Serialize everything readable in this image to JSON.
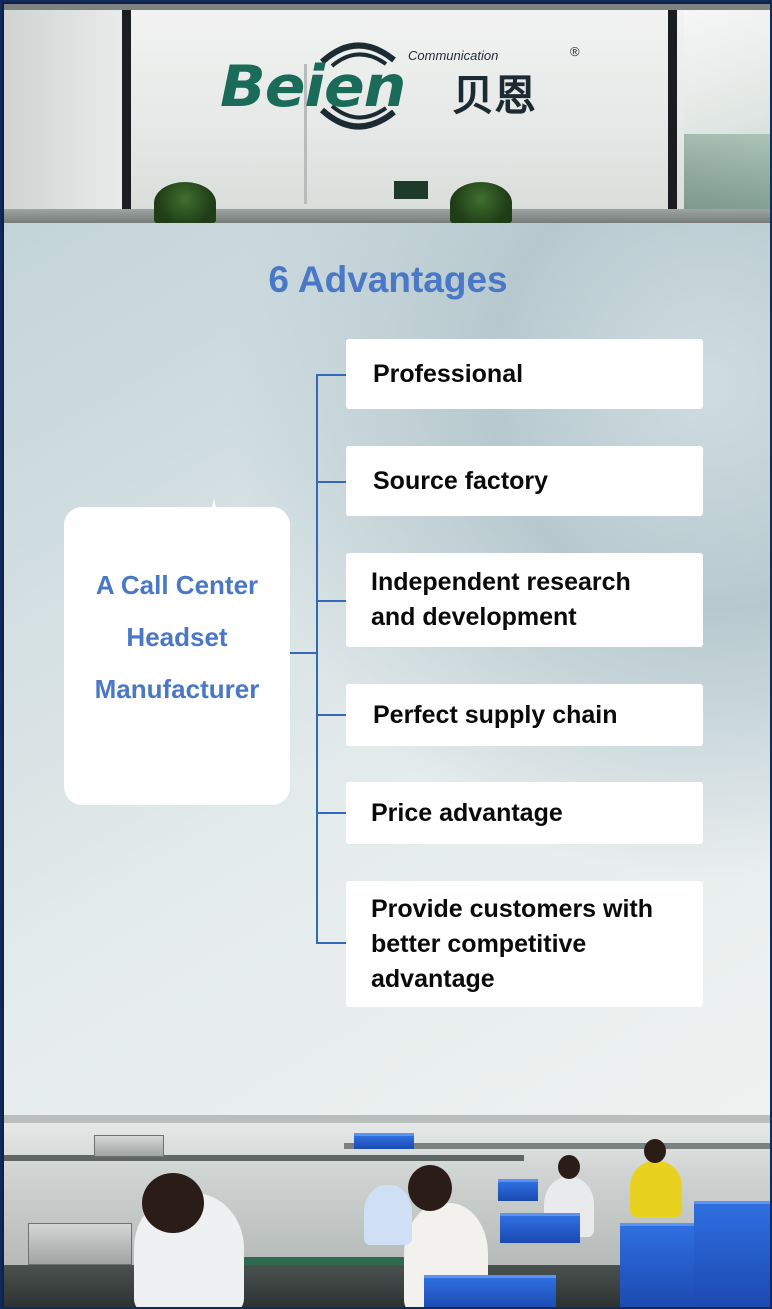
{
  "logo": {
    "brand": "Beien",
    "chinese": "贝恩",
    "tagline": "Communication",
    "registered": "®"
  },
  "panel": {
    "title": "6 Advantages",
    "center_lines": [
      "A Call Center",
      "Headset",
      "Manufacturer"
    ],
    "advantages": [
      {
        "lines": [
          "Professional"
        ]
      },
      {
        "lines": [
          "Source factory"
        ]
      },
      {
        "lines": [
          "Independent research",
          "and development"
        ]
      },
      {
        "lines": [
          "Perfect supply chain"
        ]
      },
      {
        "lines": [
          "Price advantage"
        ]
      },
      {
        "lines": [
          "Provide customers with",
          "better competitive",
          "advantage"
        ]
      }
    ]
  },
  "colors": {
    "accent_blue": "#4a78c6",
    "line_blue": "#3568b8",
    "logo_green": "#1a6b5a",
    "frame_navy": "#0f2a5c"
  }
}
